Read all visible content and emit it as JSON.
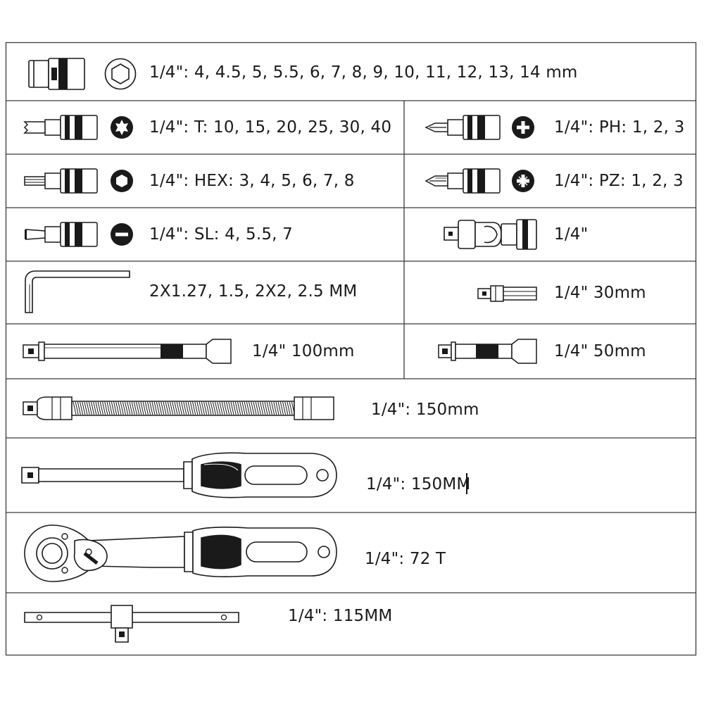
{
  "rows": {
    "hex_sockets": {
      "label": "1/4\":   4, 4.5, 5, 5.5, 6, 7, 8, 9, 10, 11, 12, 13, 14 mm",
      "icons": [
        "socket-side-icon",
        "hex-socket-icon"
      ]
    },
    "torx_bits": {
      "label": "1/4\":   T: 10, 15, 20, 25, 30, 40",
      "icons": [
        "torx-bit-socket-icon",
        "torx-star-icon"
      ]
    },
    "phillips_bits": {
      "label": "1/4\":   PH: 1, 2, 3",
      "icons": [
        "phillips-bit-socket-icon",
        "phillips-cross-icon"
      ]
    },
    "hex_bits": {
      "label": "1/4\":   HEX: 3, 4, 5, 6, 7, 8",
      "icons": [
        "hex-bit-socket-icon",
        "hexagon-icon"
      ]
    },
    "pozidriv_bits": {
      "label": "1/4\":   PZ: 1, 2, 3",
      "icons": [
        "pozidriv-bit-socket-icon",
        "pozidriv-cross-icon"
      ]
    },
    "slotted_bits": {
      "label": "1/4\":   SL: 4, 5.5, 7",
      "icons": [
        "slotted-bit-socket-icon",
        "slot-minus-icon"
      ]
    },
    "universal_joint": {
      "label": "1/4\"",
      "icons": [
        "universal-joint-icon"
      ]
    },
    "hex_keys": {
      "label": "2X1.27, 1.5, 2X2, 2.5 MM",
      "icons": [
        "hex-key-icon"
      ]
    },
    "adapter_30": {
      "label": "1/4\" 30mm",
      "icons": [
        "bit-adapter-icon"
      ]
    },
    "extension_100": {
      "label": "1/4\" 100mm",
      "icons": [
        "extension-bar-long-icon"
      ]
    },
    "extension_50": {
      "label": "1/4\" 50mm",
      "icons": [
        "extension-bar-short-icon"
      ]
    },
    "flex_extension": {
      "label": "1/4\": 150mm",
      "icons": [
        "flexible-extension-icon"
      ]
    },
    "spinner_handle": {
      "label": "1/4\": 150MM",
      "icons": [
        "spinner-handle-icon"
      ]
    },
    "ratchet": {
      "label": "1/4\": 72 T",
      "icons": [
        "ratchet-icon"
      ]
    },
    "t_handle": {
      "label": "1/4\": 115MM",
      "icons": [
        "t-handle-icon"
      ]
    }
  },
  "colors": {
    "line": "#3a3a3a",
    "ink": "#1a1a1a",
    "background": "#ffffff"
  }
}
